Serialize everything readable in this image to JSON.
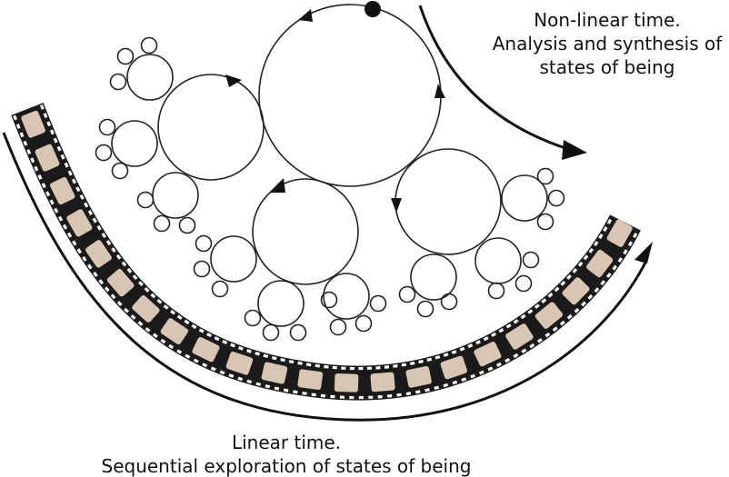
{
  "labels": {
    "nonlinear_line1": "Non-linear time.",
    "nonlinear_line2": "Analysis and synthesis of",
    "nonlinear_line3": "states of being",
    "linear_line1": "Linear time.",
    "linear_line2": "Sequential exploration of states of being"
  },
  "colors": {
    "ink": "#111111",
    "film_base": "#1a1a1a",
    "film_frame": "#d8c6b2",
    "film_perforation": "#ffffff",
    "background": "#ffffff"
  },
  "icons": {
    "time_direction_arrow": "arrow-head-icon",
    "cycle_direction_arrow": "arrow-head-icon",
    "start_point": "dot-icon"
  }
}
